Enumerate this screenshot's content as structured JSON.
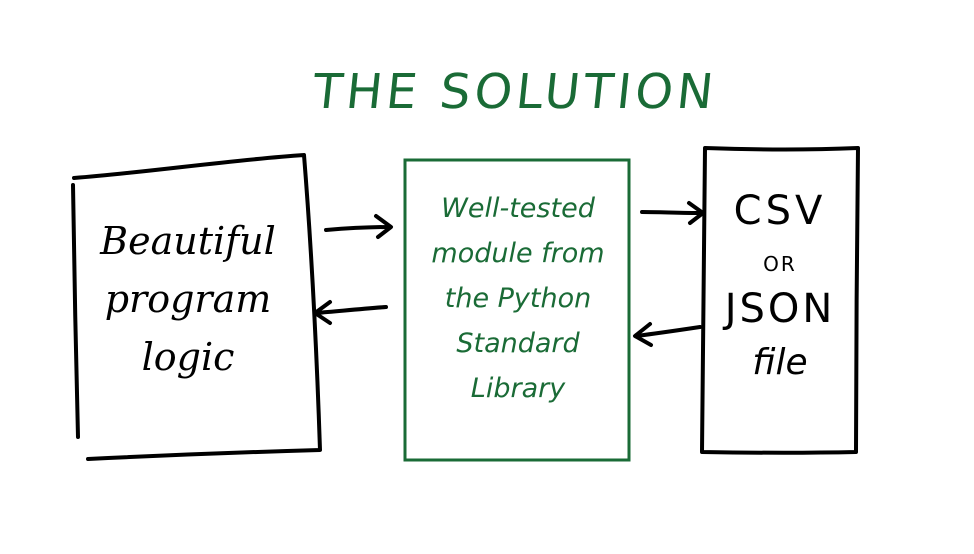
{
  "title": "THE SOLUTION",
  "boxes": {
    "left": {
      "lines": [
        "Beautiful",
        "program",
        "logic"
      ]
    },
    "middle": {
      "lines": [
        "Well-tested",
        "module from",
        "the Python",
        "Standard",
        "Library"
      ]
    },
    "right": {
      "csv": "CSV",
      "or": "OR",
      "json": "JSON",
      "file": "file"
    }
  },
  "colors": {
    "accent": "#1a6b36",
    "ink": "#000000",
    "background": "#ffffff"
  }
}
